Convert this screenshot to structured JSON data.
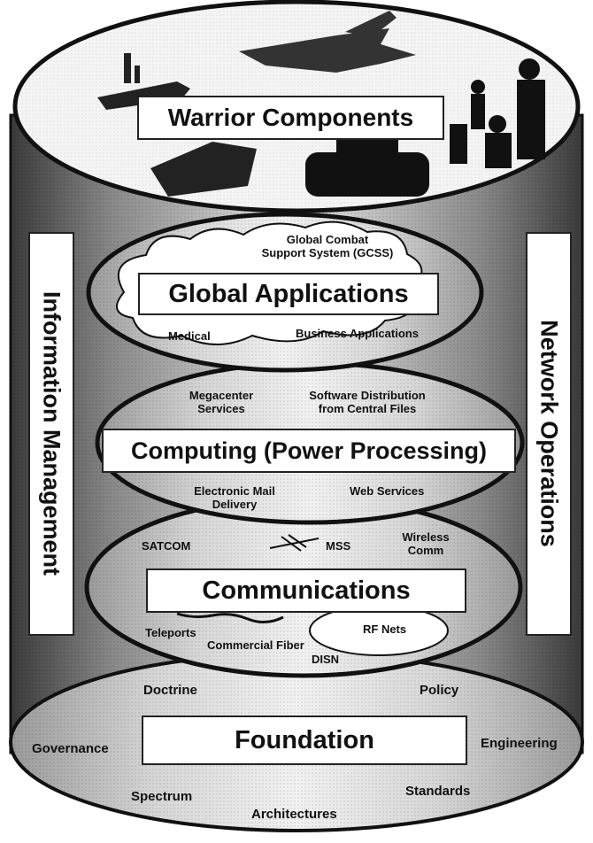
{
  "top": {
    "title": "Warrior Components"
  },
  "side_labels": {
    "left": "Information Management",
    "right": "Network Operations"
  },
  "layers": [
    {
      "title": "Global Applications",
      "items": {
        "gcss": "Global Combat\nSupport System (GCSS)",
        "medical": "Medical",
        "business": "Business Applications"
      }
    },
    {
      "title": "Computing (Power Processing)",
      "items": {
        "megacenter": "Megacenter\nServices",
        "software": "Software Distribution\nfrom Central Files",
        "email": "Electronic Mail\nDelivery",
        "web": "Web Services"
      }
    },
    {
      "title": "Communications",
      "items": {
        "satcom": "SATCOM",
        "mss": "MSS",
        "wireless": "Wireless\nComm",
        "teleports": "Teleports",
        "fiber": "Commercial Fiber",
        "rfnets": "RF Nets",
        "disn": "DISN"
      }
    }
  ],
  "foundation": {
    "title": "Foundation",
    "items": {
      "doctrine": "Doctrine",
      "policy": "Policy",
      "governance": "Governance",
      "engineering": "Engineering",
      "spectrum": "Spectrum",
      "standards": "Standards",
      "architectures": "Architectures"
    }
  },
  "colors": {
    "ink": "#111111",
    "cylinder_dark": "#5a5a5a",
    "cylinder_light": "#d8d8d8",
    "ellipse_fill": "#e9e9e9"
  }
}
